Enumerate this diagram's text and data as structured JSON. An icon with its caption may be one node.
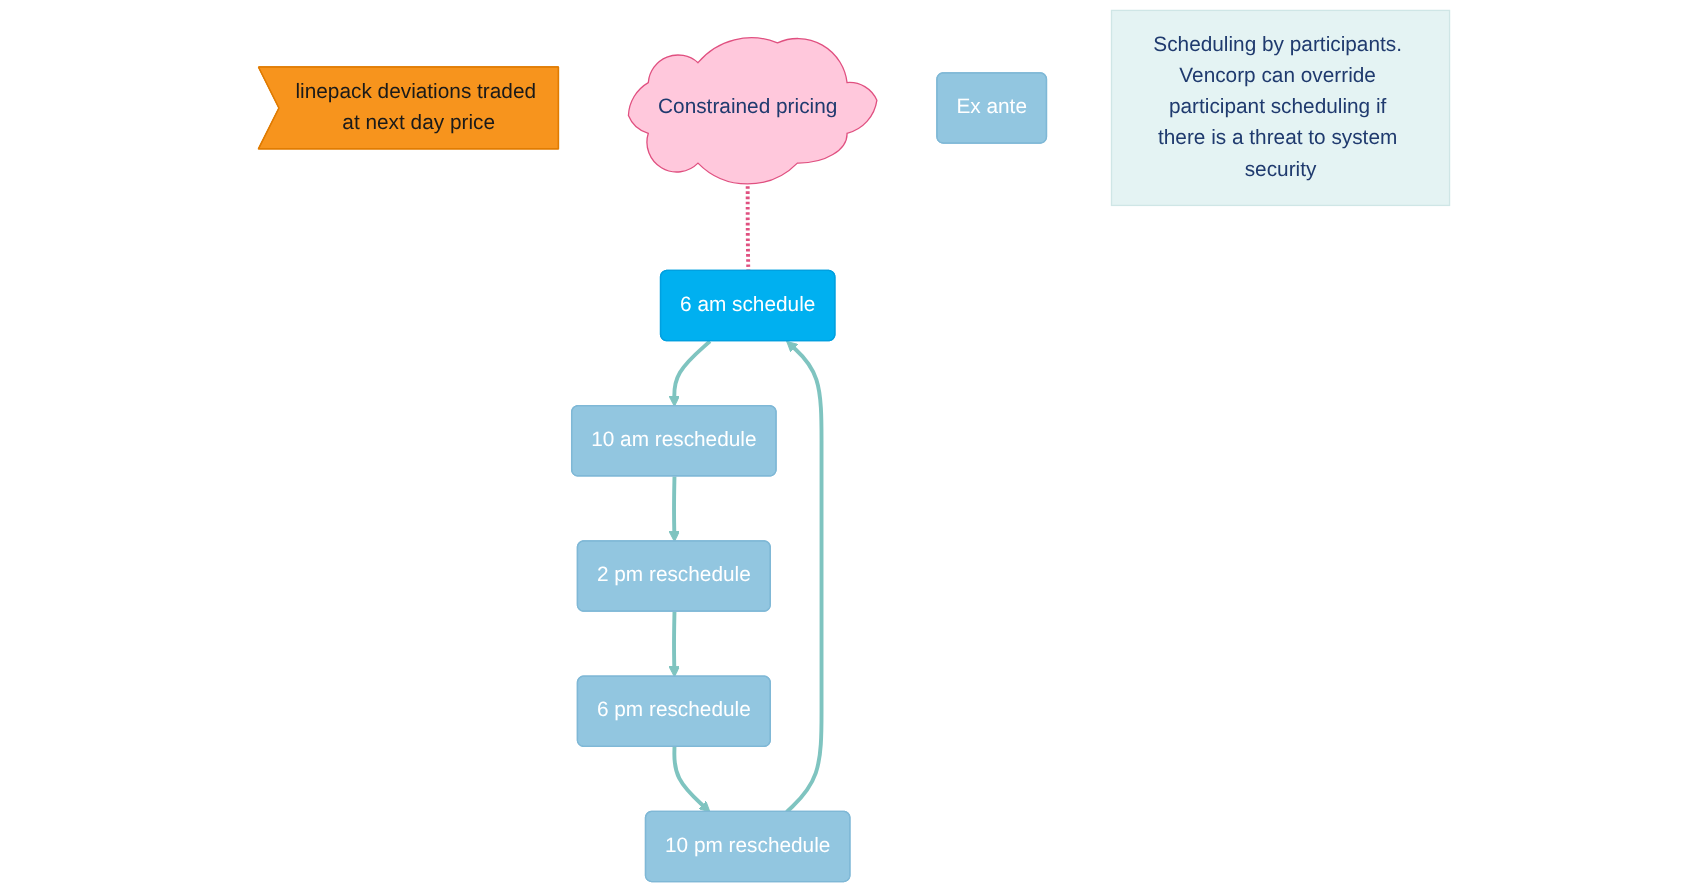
{
  "diagram": {
    "nodes": [
      {
        "text": [
          "linepack deviations traded at next day price"
        ]
      },
      {
        "text": [
          "6 am schedule"
        ]
      },
      {
        "text": [
          "Constrained pricing"
        ]
      },
      {
        "text": [
          "10 pm reschedule"
        ]
      },
      {
        "text": [
          "Ex ante"
        ]
      },
      {
        "text": [
          "10 am reschedule"
        ]
      },
      {
        "text": [
          "6 pm reschedule"
        ]
      },
      {
        "text": [
          "2 pm reschedule"
        ]
      },
      {
        "text": [
          "Scheduling by participants. Vencorp can override participant scheduling if there is a threat to system security"
        ]
      }
    ],
    "edges": [
      {
        "from": 3,
        "to": 1,
        "arrow": "to"
      },
      {
        "from": 1,
        "to": 5,
        "arrow": "to"
      },
      {
        "from": 5,
        "to": 7,
        "arrow": "to"
      },
      {
        "from": 7,
        "to": 6,
        "arrow": "to"
      },
      {
        "from": 6,
        "to": 3,
        "arrow": "to"
      },
      {
        "from": 2,
        "to": 1,
        "arrow": "none",
        "style": "dashed",
        "color": "#e05080"
      }
    ]
  }
}
